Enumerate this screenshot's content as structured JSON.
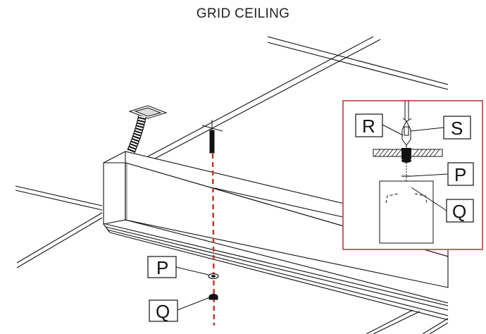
{
  "title": "GRID CEILING",
  "labels": {
    "main_p": "P",
    "main_q": "Q",
    "inset_r": "R",
    "inset_s": "S",
    "inset_p": "P",
    "inset_q": "Q"
  },
  "colors": {
    "line": "#111111",
    "inset_border": "#c0505a",
    "dashed_hanger": "#c0392b"
  }
}
